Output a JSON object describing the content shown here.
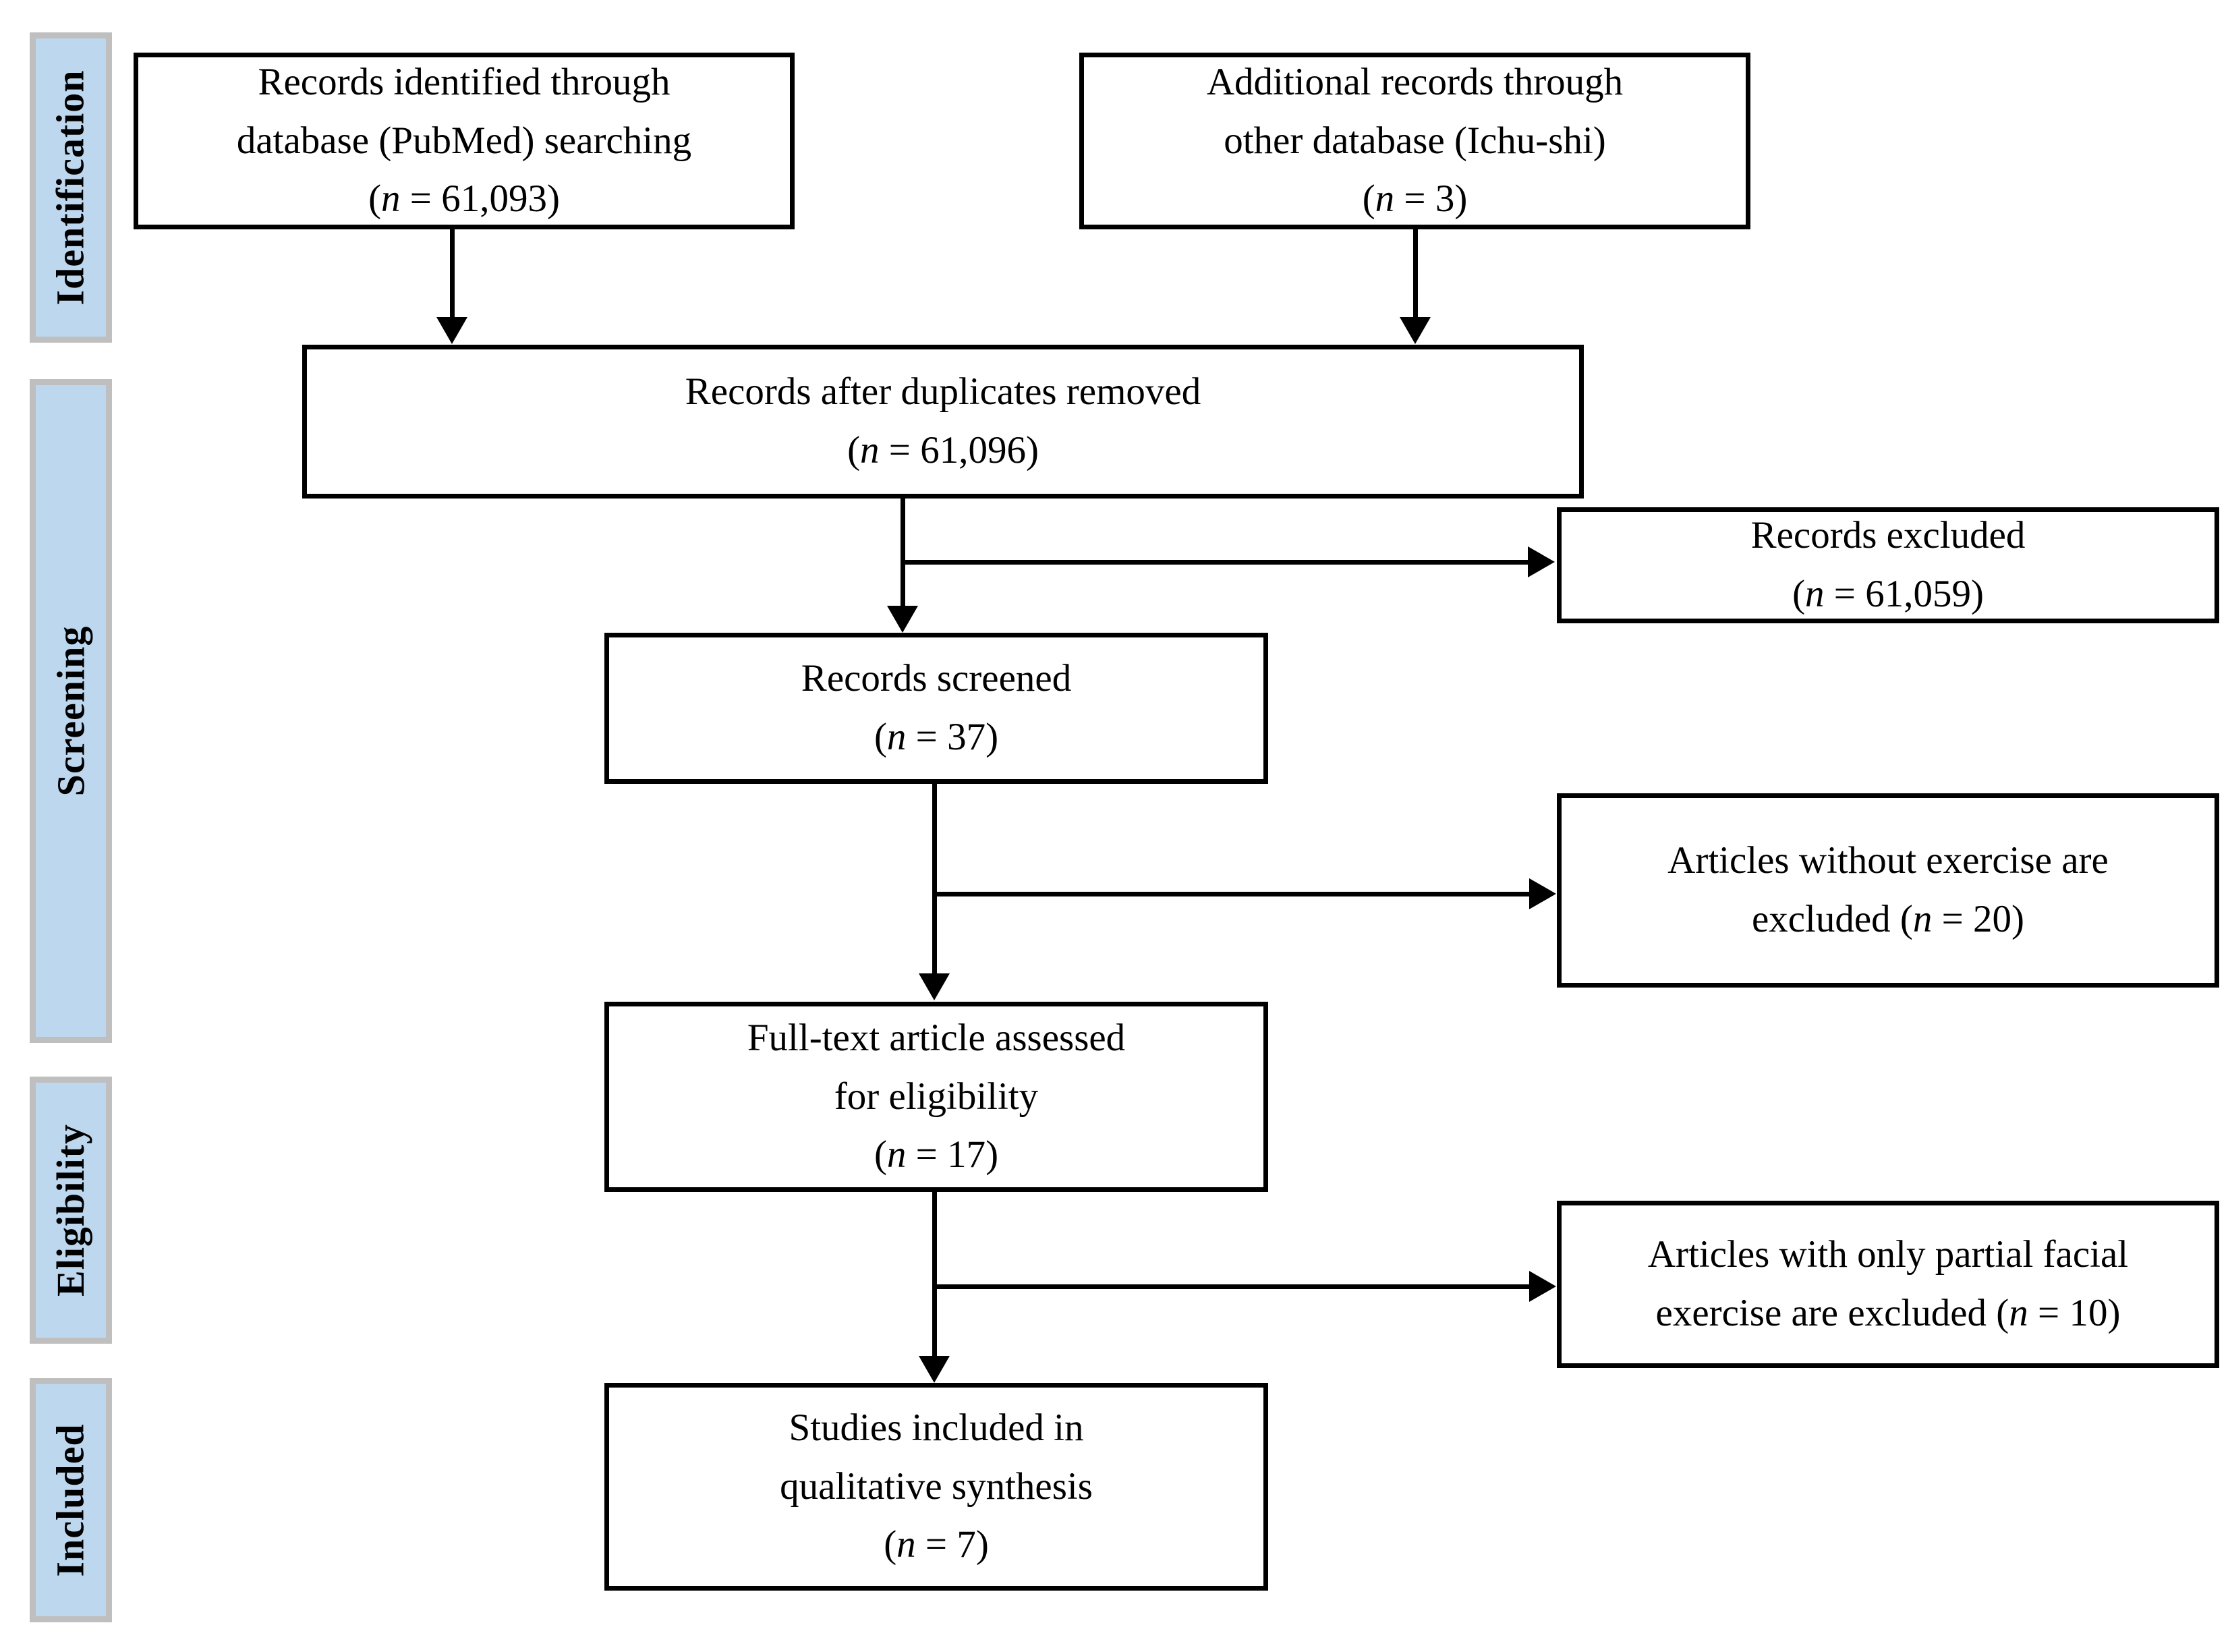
{
  "figure": {
    "type": "prisma-flow-diagram",
    "colors": {
      "band_fill": "#bdd7ee",
      "band_border": "#bfbfbf",
      "box_border": "#000000",
      "box_fill": "#ffffff",
      "text": "#000000",
      "connector": "#000000"
    }
  },
  "stages": [
    {
      "id": "identification",
      "label": "Identification"
    },
    {
      "id": "screening",
      "label": "Screening"
    },
    {
      "id": "eligibility",
      "label": "Eligibility"
    },
    {
      "id": "included",
      "label": "Included"
    }
  ],
  "boxes": {
    "records_identified": {
      "line1": "Records identified through",
      "line2": "database (PubMed) searching",
      "n_prefix": "(",
      "n_symbol": "n",
      "n_value": " = 61,093)"
    },
    "additional_records": {
      "line1": "Additional records through",
      "line2": "other database (Ichu-shi)",
      "n_prefix": "(",
      "n_symbol": "n",
      "n_value": " = 3)"
    },
    "duplicates_removed": {
      "line1": "Records after duplicates removed",
      "n_prefix": "(",
      "n_symbol": "n",
      "n_value": " = 61,096)"
    },
    "records_excluded": {
      "line1": "Records excluded",
      "n_prefix": "(",
      "n_symbol": "n",
      "n_value": " = 61,059)"
    },
    "records_screened": {
      "line1": "Records screened",
      "n_prefix": "(",
      "n_symbol": "n",
      "n_value": " = 37)"
    },
    "articles_without_exercise": {
      "line1": "Articles without exercise are",
      "line2_pre": "excluded (",
      "n_symbol": "n",
      "line2_post": " = 20)"
    },
    "fulltext_assessed": {
      "line1": "Full-text article assessed",
      "line2": "for eligibility",
      "n_prefix": "(",
      "n_symbol": "n",
      "n_value": " = 17)"
    },
    "articles_partial_facial": {
      "line1": "Articles with only partial facial",
      "line2_pre": "exercise are excluded (",
      "n_symbol": "n",
      "line2_post": " = 10)"
    },
    "studies_included": {
      "line1": "Studies included in",
      "line2": "qualitative synthesis",
      "n_prefix": "(",
      "n_symbol": "n",
      "n_value": " = 7)"
    }
  },
  "chart_data": {
    "type": "diagram",
    "title": "PRISMA flow diagram of study selection",
    "nodes": [
      {
        "id": "records_identified",
        "stage": "Identification",
        "label": "Records identified through database (PubMed) searching",
        "n": 61093
      },
      {
        "id": "additional_records",
        "stage": "Identification",
        "label": "Additional records through other database (Ichu-shi)",
        "n": 3
      },
      {
        "id": "duplicates_removed",
        "stage": "Screening",
        "label": "Records after duplicates removed",
        "n": 61096
      },
      {
        "id": "records_excluded",
        "stage": "Screening",
        "label": "Records excluded",
        "n": 61059
      },
      {
        "id": "records_screened",
        "stage": "Screening",
        "label": "Records screened",
        "n": 37
      },
      {
        "id": "articles_without_exercise",
        "stage": "Screening",
        "label": "Articles without exercise are excluded",
        "n": 20
      },
      {
        "id": "fulltext_assessed",
        "stage": "Eligibility",
        "label": "Full-text article assessed for eligibility",
        "n": 17
      },
      {
        "id": "articles_partial_facial",
        "stage": "Eligibility",
        "label": "Articles with only partial facial exercise are excluded",
        "n": 10
      },
      {
        "id": "studies_included",
        "stage": "Included",
        "label": "Studies included in qualitative synthesis",
        "n": 7
      }
    ],
    "edges": [
      {
        "from": "records_identified",
        "to": "duplicates_removed",
        "direction": "down"
      },
      {
        "from": "additional_records",
        "to": "duplicates_removed",
        "direction": "down"
      },
      {
        "from": "duplicates_removed",
        "to": "records_excluded",
        "direction": "right"
      },
      {
        "from": "duplicates_removed",
        "to": "records_screened",
        "direction": "down"
      },
      {
        "from": "records_screened",
        "to": "articles_without_exercise",
        "direction": "right"
      },
      {
        "from": "records_screened",
        "to": "fulltext_assessed",
        "direction": "down"
      },
      {
        "from": "fulltext_assessed",
        "to": "articles_partial_facial",
        "direction": "right"
      },
      {
        "from": "fulltext_assessed",
        "to": "studies_included",
        "direction": "down"
      }
    ]
  }
}
